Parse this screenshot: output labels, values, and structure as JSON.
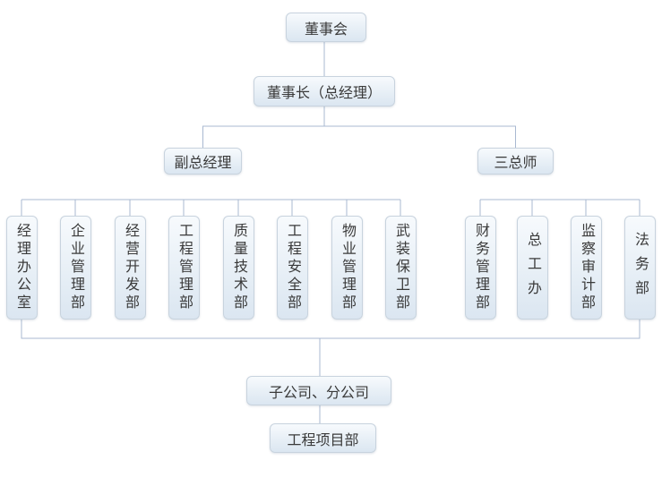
{
  "org": {
    "root": {
      "label": "董事会"
    },
    "chairman": {
      "label": "董事长（总经理）"
    },
    "branches": [
      {
        "label": "副总经理",
        "departments": [
          "经理办公室",
          "企业管理部",
          "经营开发部",
          "工程管理部",
          "质量技术部",
          "工程安全部",
          "物业管理部",
          "武装保卫部"
        ]
      },
      {
        "label": "三总师",
        "departments": [
          "财务管理部",
          "总工办",
          "监察审计部",
          "法务部"
        ]
      }
    ],
    "subsidiary": {
      "label": "子公司、分公司"
    },
    "project": {
      "label": "工程项目部"
    }
  },
  "colors": {
    "node_fill_top": "#f7fafd",
    "node_fill_bottom": "#dbe6f1",
    "node_border": "#c8d3de",
    "connector": "#a9b9d1",
    "text": "#3a3a3a",
    "background": "#ffffff"
  }
}
